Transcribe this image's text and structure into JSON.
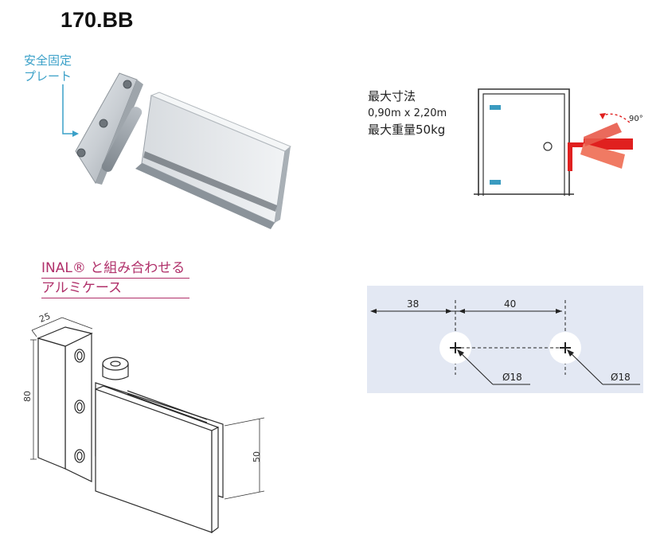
{
  "title": "170.BB",
  "callout": {
    "line1": "安全固定",
    "line2": "プレート"
  },
  "spec": {
    "label_size": "最大寸法",
    "size_value": "0,90m x 2,20m",
    "weight_label": "最大重量",
    "weight_value": "50kg"
  },
  "door_diagram": {
    "angle_label": "90°"
  },
  "inal_link": {
    "line1": "INAL® と組み合わせる",
    "line2": "アルミケース"
  },
  "hinge_drawing": {
    "dim_width": "25",
    "dim_height": "80",
    "dim_glass": "50"
  },
  "hole_diagram": {
    "dim_left": "38",
    "dim_right": "40",
    "hole1_label": "Ø18",
    "hole2_label": "Ø18",
    "background": "#e3e8f3"
  },
  "colors": {
    "accent_red": "#e0201f",
    "callout_blue": "#3aa0c8",
    "link_magenta": "#b0306a",
    "door_hinge": "#3a9bc0"
  }
}
